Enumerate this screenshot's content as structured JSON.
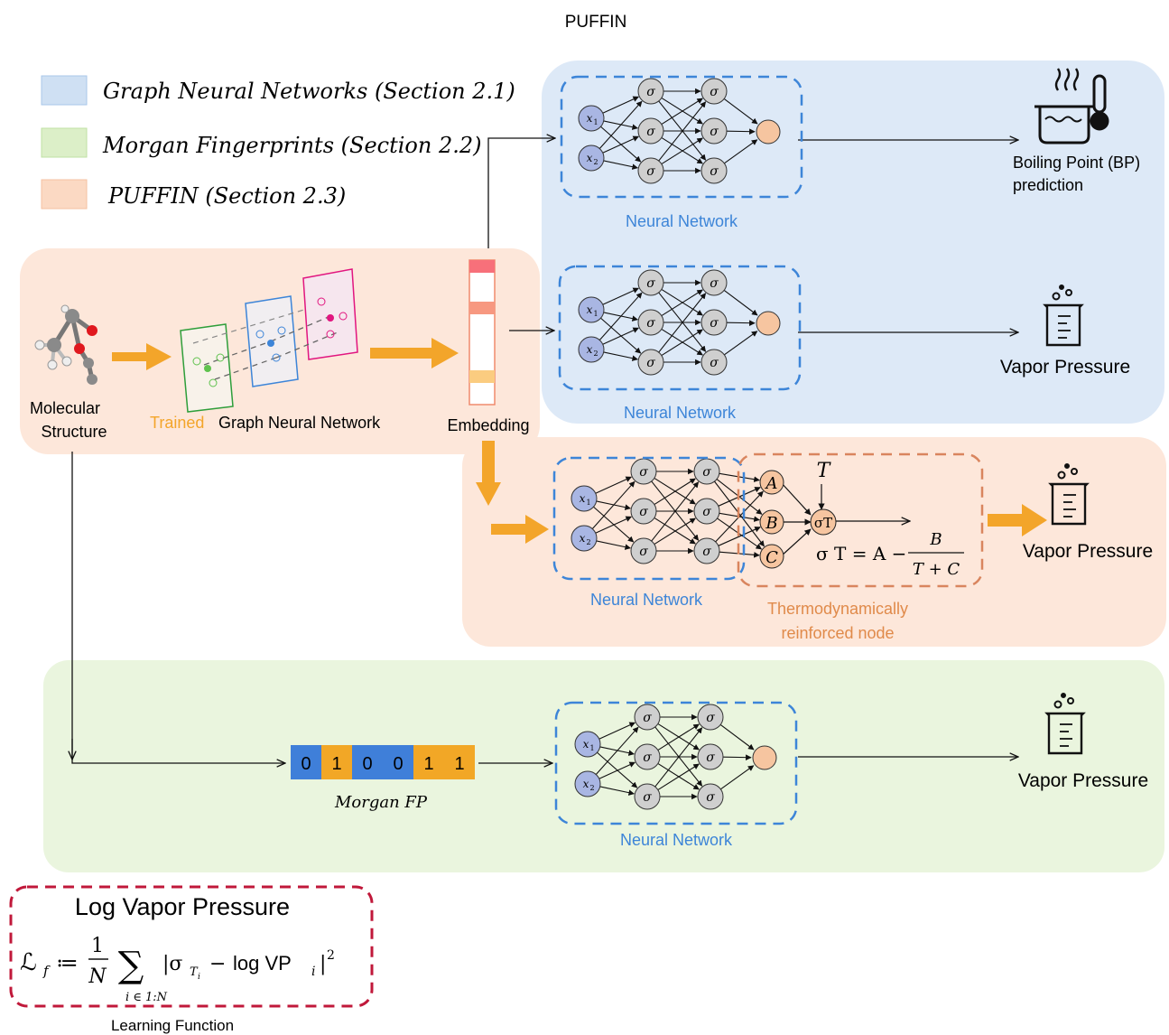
{
  "title": "PUFFIN",
  "legend": [
    {
      "text": "Graph Neural Networks (Section 2.1)",
      "color": "#cfe0f3",
      "border": "#a9c7ea"
    },
    {
      "text": "Morgan Fingerprints (Section 2.2)",
      "color": "#dcefc8",
      "border": "#bfe0a3"
    },
    {
      "text": "PUFFIN (Section 2.3)",
      "color": "#fbd9c3",
      "border": "#f5c1a0"
    }
  ],
  "colors": {
    "blue_region": "#dde9f7",
    "orange_region": "#fde7da",
    "green_region": "#eaf5de",
    "dashed_blue": "#3d85d8",
    "dashed_orange": "#d9855e",
    "dashed_red": "#c0183a",
    "arrow_orange": "#f3a52a",
    "input_node": "#a9b6e3",
    "hidden_node": "#cfcfcf",
    "output_node": "#f6c5a0",
    "fp_blue": "#3f7fd9",
    "fp_orange": "#f2a726",
    "label_blue": "#3d85d8",
    "label_orange": "#e08a4a"
  },
  "labels": {
    "molecular_structure": [
      "Molecular",
      "Structure"
    ],
    "trained": "Trained",
    "gnn": "Graph Neural Network",
    "embedding": "Embedding",
    "neural_network": "Neural Network",
    "bp_prediction": [
      "Boiling Point (BP)",
      "prediction"
    ],
    "vapor_pressure": "Vapor Pressure",
    "thermo_node": [
      "Thermodynamically",
      "reinforced node"
    ],
    "morgan_fp": "Morgan FP",
    "fp_bits": [
      "0",
      "1",
      "0",
      "0",
      "1",
      "1"
    ],
    "sigma": "σ",
    "x1": "x1",
    "x2": "x2",
    "node_A": "A",
    "node_B": "B",
    "node_C": "C",
    "T": "T",
    "sigma_T": "σT",
    "equation_lhs": "σ T = A −",
    "equation_num": "B",
    "equation_den": "T + C",
    "loss_title": "Log Vapor Pressure",
    "loss_formula": "ℒf := (1/N) Σi∈1:N |σTi − log VPi|²",
    "learning_function": "Learning Function"
  }
}
